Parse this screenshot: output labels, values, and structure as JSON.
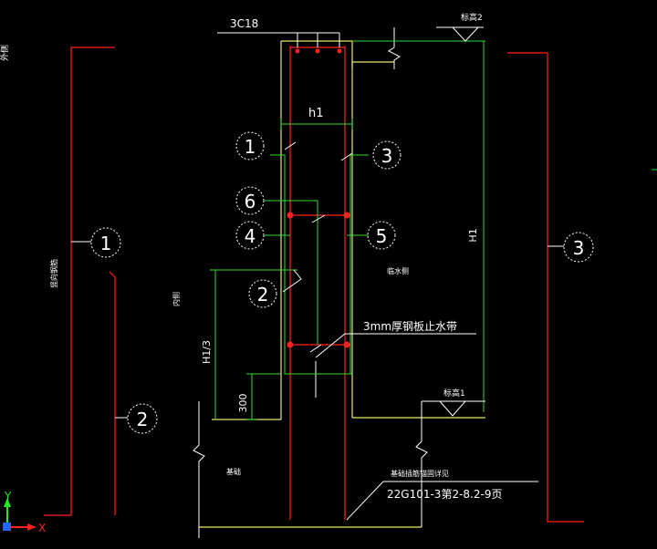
{
  "drawing": {
    "rebar_spec": "3C18",
    "elevation_top": "标高2",
    "elevation_bottom": "标高1",
    "dim_h1": "h1",
    "dim_H1": "H1",
    "dim_H1_3": "H1/3",
    "dim_300": "300",
    "waterstop_note": "3mm厚钢板止水带",
    "atlas_ref": "22G101-3第2-8.2-9页",
    "atlas_label": "基础插筋锚固详见",
    "left_label": "外侧",
    "foundation_label": "基础",
    "inner_label_left": "内侧",
    "inner_label_mid": "临水侧",
    "left_rebar_label": "竖向钢筋",
    "callouts": {
      "c1_left": "1",
      "c1_far": "1",
      "c2_mid": "2",
      "c2_far": "2",
      "c3_right": "3",
      "c3_far": "3",
      "c4": "4",
      "c5": "5",
      "c6": "6"
    }
  },
  "axes": {
    "x_label": "X",
    "y_label": "Y"
  },
  "colors": {
    "background": "#000000",
    "red": "#ff2020",
    "green": "#33dd33",
    "white": "#ffffff",
    "yellow": "#e8e86a",
    "axis_green": "#22ee22",
    "axis_blue": "#2266ff"
  }
}
